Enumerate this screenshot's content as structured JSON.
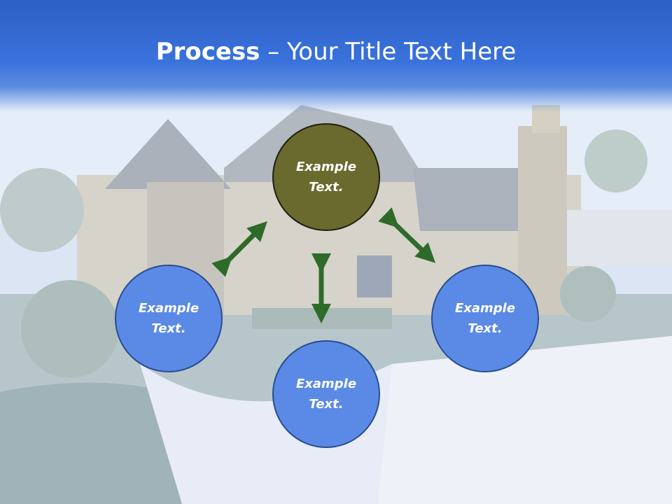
{
  "slide": {
    "title_bold": "Process",
    "title_rest": " – Your Title Text Here"
  },
  "nodes": {
    "center": "Example Text.",
    "left": "Example Text.",
    "bottom": "Example Text.",
    "right": "Example Text."
  },
  "colors": {
    "header_blue": "#3a72dc",
    "center_node": "#6b6a2e",
    "outer_node": "#5b8ae6",
    "arrow": "#2e6b2a"
  }
}
